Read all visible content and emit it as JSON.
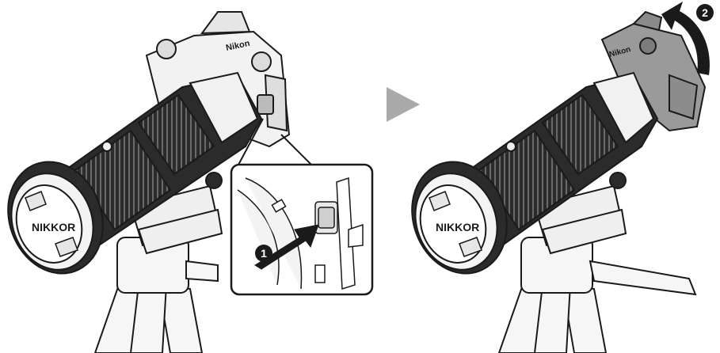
{
  "figure": {
    "left_panel": {
      "lens_cap_text": "NIKKOR",
      "camera_brand_text": "Nikon",
      "step_marker": "1"
    },
    "right_panel": {
      "lens_cap_text": "NIKKOR",
      "camera_brand_text": "Nikon",
      "step_marker": "2"
    },
    "colors": {
      "line": "#1a1a1a",
      "body_light": "#f3f3f3",
      "lens_dark": "#2b2b2b",
      "camera_highlight": "#9a9a9a",
      "arrow": "#a9a9a9"
    },
    "icons": {
      "transition": "arrow-right-icon",
      "step1_push": "push-arrow-icon",
      "step2_rotate": "curved-rotate-arrow-icon"
    }
  }
}
